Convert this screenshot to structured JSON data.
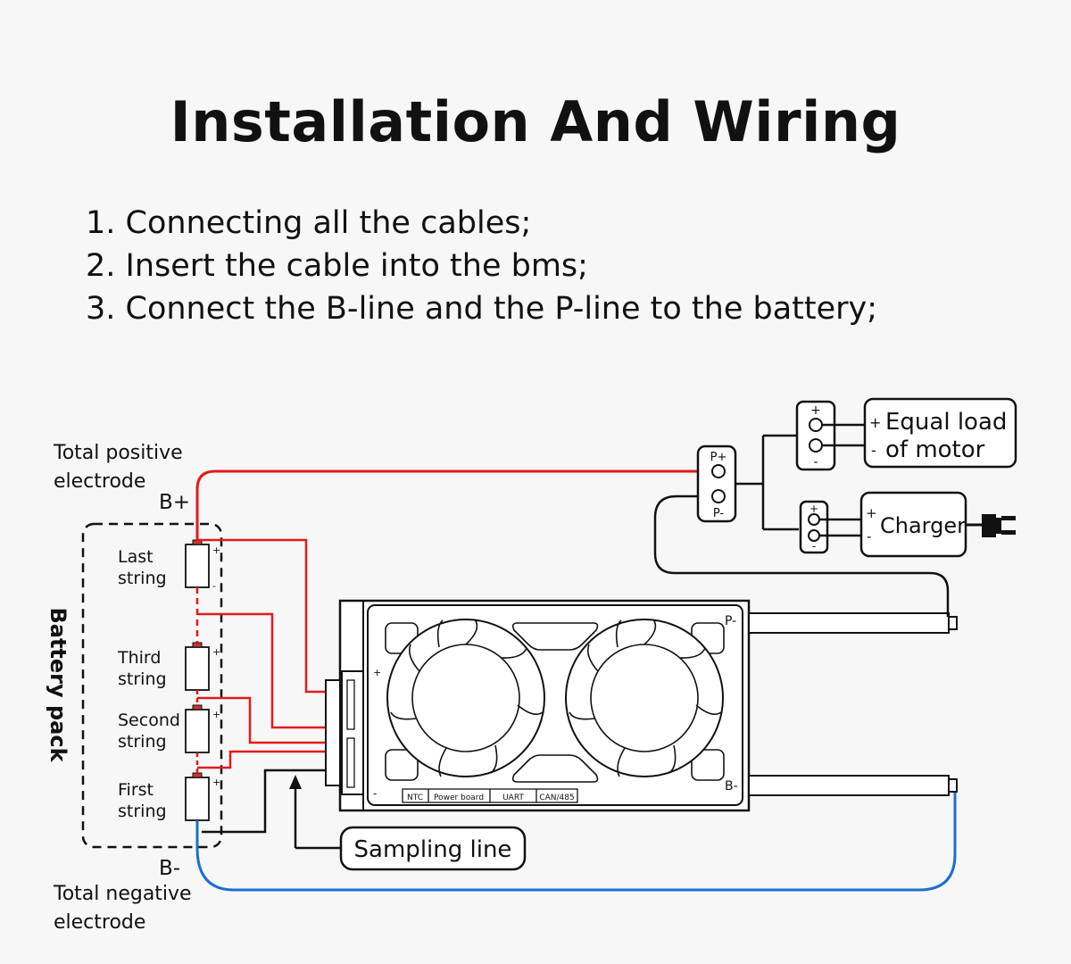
{
  "title": "Installation And Wiring",
  "steps": [
    "1. Connecting all the cables;",
    "2. Insert the cable into the bms;",
    "3. Connect the B-line and the P-line to the battery;"
  ],
  "diagram": {
    "battery_pack": "Battery pack",
    "total_positive": [
      "Total positive",
      "electrode"
    ],
    "total_negative": [
      "Total negative",
      "electrode"
    ],
    "b_plus": "B+",
    "b_minus": "B-",
    "strings": [
      {
        "line1": "Last",
        "line2": "string"
      },
      {
        "line1": "Third",
        "line2": "string"
      },
      {
        "line1": "Second",
        "line2": "string"
      },
      {
        "line1": "First",
        "line2": "string"
      }
    ],
    "p_plus": "P+",
    "p_minus": "P-",
    "load": [
      "Equal load",
      "of motor"
    ],
    "charger": "Charger",
    "bms_p_minus": "P-",
    "bms_b_minus": "B-",
    "ports": [
      "NTC",
      "Power board",
      "UART",
      "CAN/485"
    ],
    "sampling_line": "Sampling line",
    "plus": "+",
    "minus": "-"
  },
  "colors": {
    "positive": "#e01c1c",
    "negative": "#1a6fd0",
    "wire": "#111111"
  }
}
